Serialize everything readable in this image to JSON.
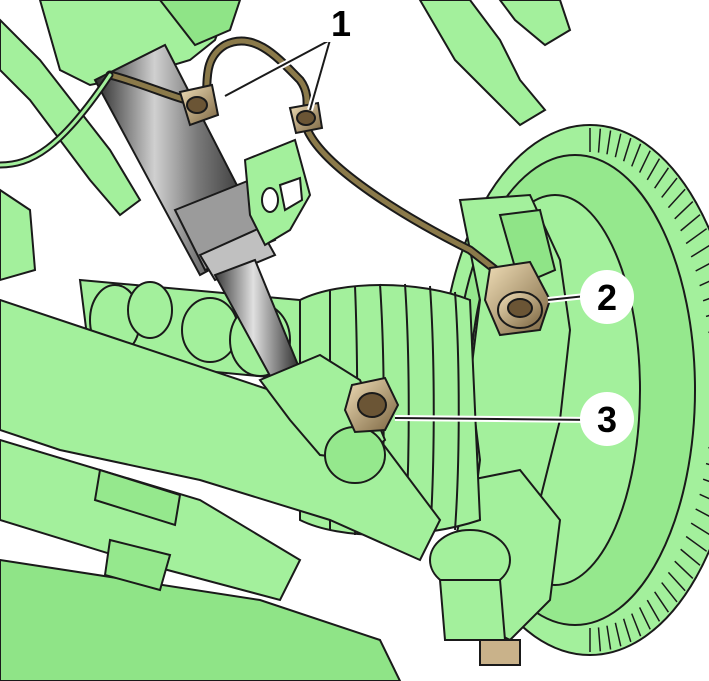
{
  "callouts": {
    "c1": "1",
    "c2": "2",
    "c3": "3"
  },
  "colors": {
    "part_fill": "#a3f09c",
    "part_shadow": "#78d46f",
    "outline": "#1a1a1a",
    "shock_dark": "#2b2b2b",
    "shock_mid": "#7a7a7a",
    "shock_light": "#c8c8c8",
    "brake_line": "#8b7a4a",
    "bolt": "#c9b28a"
  }
}
